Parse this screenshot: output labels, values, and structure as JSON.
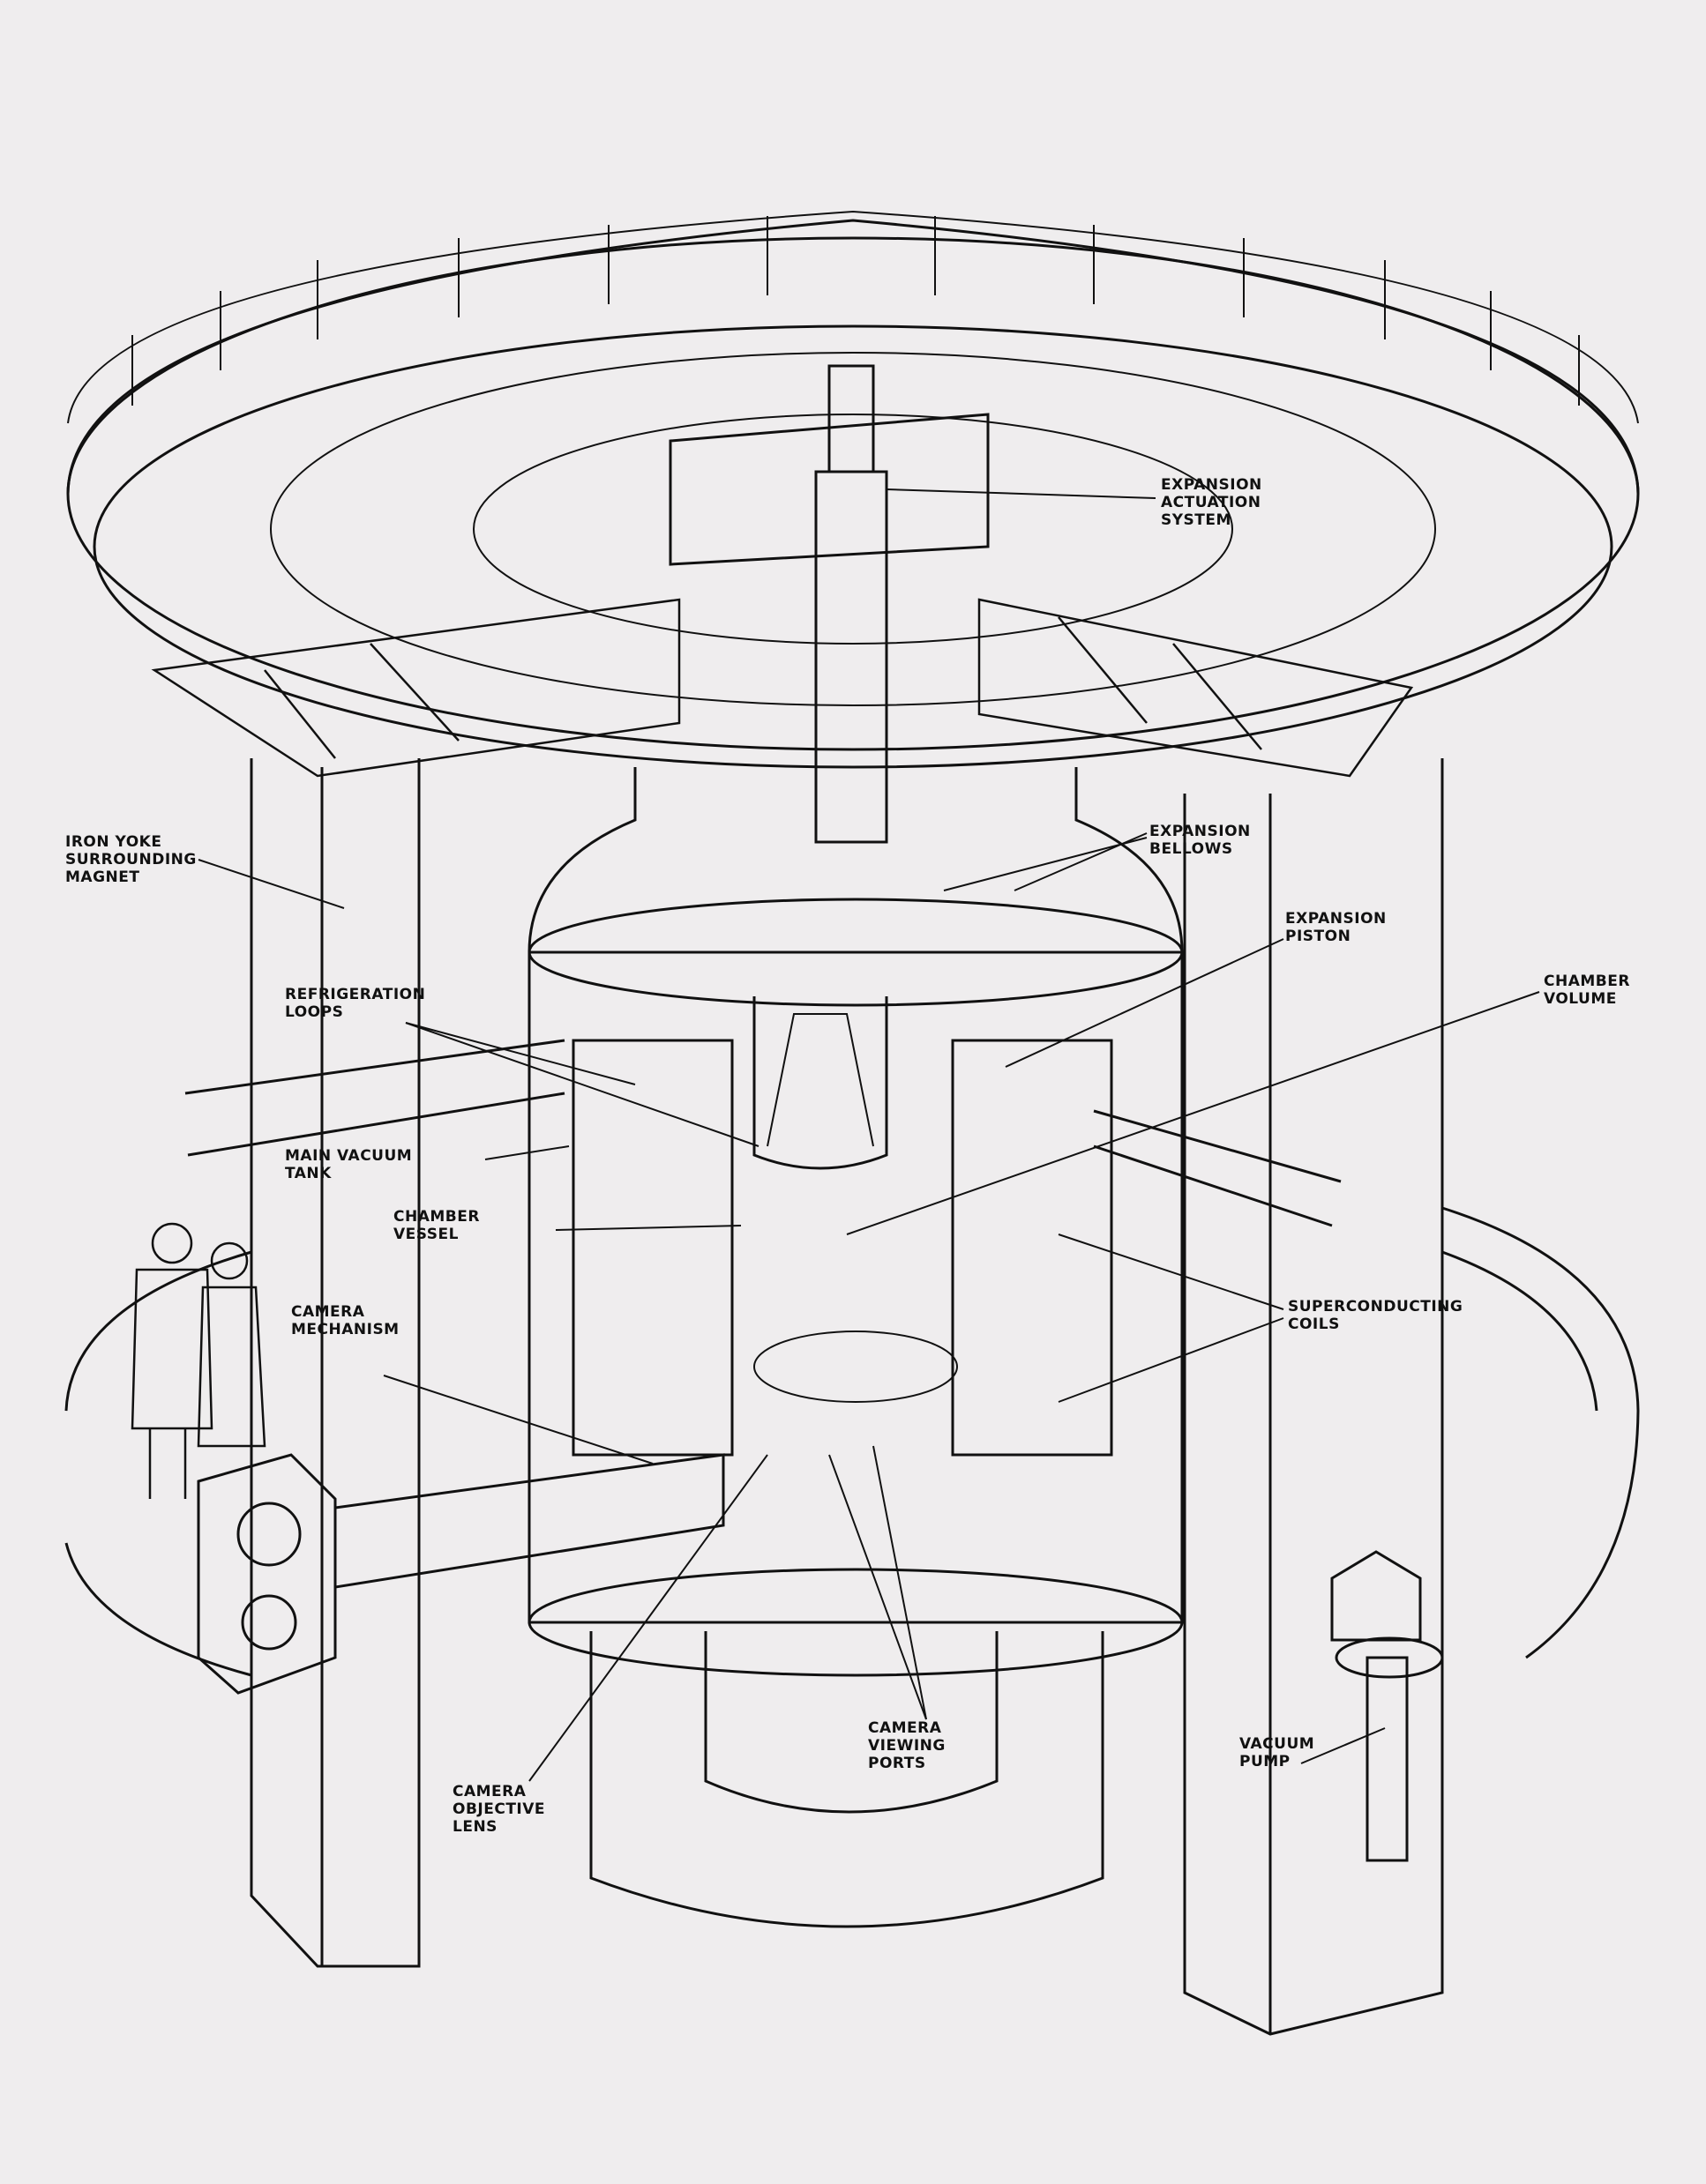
{
  "diagram": {
    "labels": {
      "expansion_actuation": [
        "EXPANSION",
        "ACTUATION",
        "SYSTEM"
      ],
      "expansion_bellows": [
        "EXPANSION",
        "BELLOWS"
      ],
      "expansion_piston": [
        "EXPANSION",
        "PISTON"
      ],
      "chamber_volume": [
        "CHAMBER",
        "VOLUME"
      ],
      "iron_yoke": [
        "IRON YOKE",
        "SURROUNDING",
        "MAGNET"
      ],
      "refrigeration_loops": [
        "REFRIGERATION",
        "LOOPS"
      ],
      "main_vacuum_tank": [
        "MAIN VACUUM",
        "TANK"
      ],
      "chamber_vessel": [
        "CHAMBER",
        "VESSEL"
      ],
      "camera_mechanism": [
        "CAMERA",
        "MECHANISM"
      ],
      "superconducting_coils": [
        "SUPERCONDUCTING",
        "COILS"
      ],
      "camera_viewing_ports": [
        "CAMERA",
        "VIEWING",
        "PORTS"
      ],
      "camera_objective_lens": [
        "CAMERA",
        "OBJECTIVE",
        "LENS"
      ],
      "vacuum_pump": [
        "VACUUM",
        "PUMP"
      ]
    },
    "colors": {
      "paper": "#efedee",
      "ink": "#111111"
    }
  }
}
